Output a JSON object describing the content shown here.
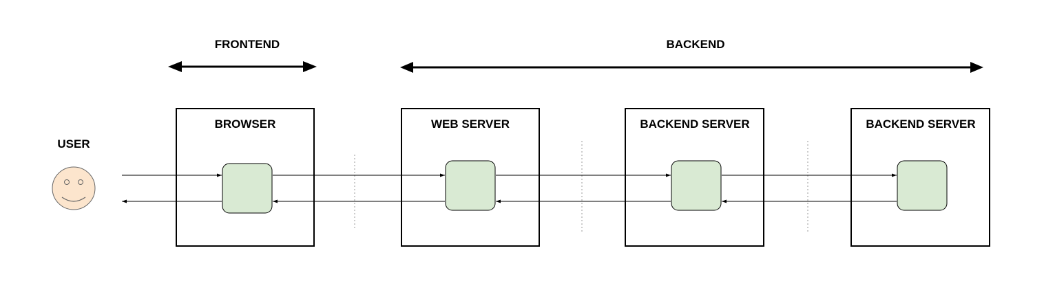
{
  "labels": {
    "frontend": "FRONTEND",
    "backend": "BACKEND",
    "user": "USER",
    "browser": "BROWSER",
    "web_server": "WEB SERVER",
    "backend_server_1": "BACKEND SERVER",
    "backend_server_2": "BACKEND SERVER"
  },
  "colors": {
    "stroke": "#000000",
    "node_fill": "#d9ead3",
    "user_fill": "#fce5cd",
    "separator": "#999999"
  },
  "icons": {
    "user": "smiley-face-icon"
  }
}
